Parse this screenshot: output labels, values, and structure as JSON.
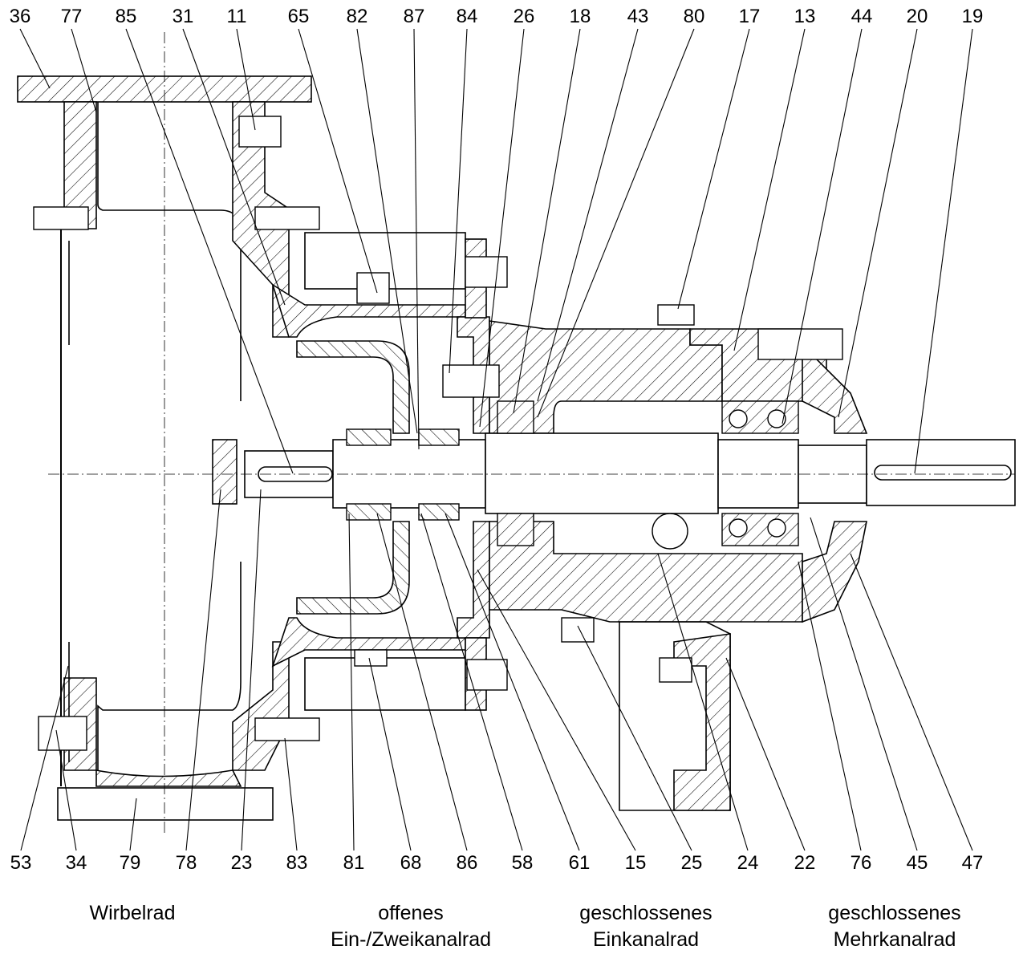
{
  "top_part_numbers": [
    "36",
    "77",
    "85",
    "31",
    "11",
    "65",
    "82",
    "87",
    "84",
    "26",
    "18",
    "43",
    "80",
    "17",
    "13",
    "44",
    "20",
    "19"
  ],
  "bottom_part_numbers": [
    "53",
    "34",
    "79",
    "78",
    "23",
    "83",
    "81",
    "68",
    "86",
    "58",
    "61",
    "15",
    "25",
    "24",
    "22",
    "76",
    "45",
    "47"
  ],
  "impeller_captions": [
    {
      "line1": "Wirbelrad",
      "line2": ""
    },
    {
      "line1": "offenes",
      "line2": "Ein-/Zweikanalrad"
    },
    {
      "line1": "geschlossenes",
      "line2": "Einkanalrad"
    },
    {
      "line1": "geschlossenes",
      "line2": "Mehrkanalrad"
    }
  ]
}
